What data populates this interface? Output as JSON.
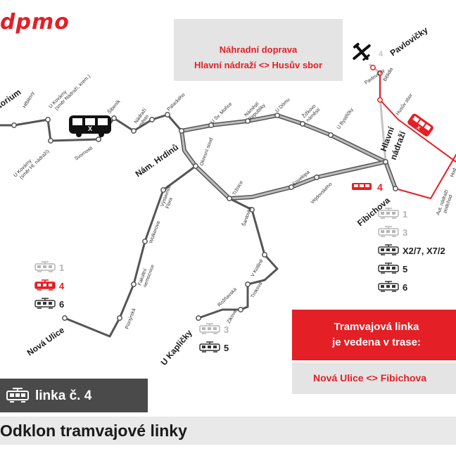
{
  "logo": "dpmo",
  "replacement": {
    "title": "Náhradní doprava",
    "route": "Hlavní nádraží <> Husův sbor",
    "bus_icon_label": "X"
  },
  "stations": {
    "major": [
      {
        "key": "torium",
        "label": "torium"
      },
      {
        "key": "nam_hrdinu",
        "label": "Nám. Hrdinů"
      },
      {
        "key": "hlavni_nadrazi",
        "label": "Hlavní\nnádraží"
      },
      {
        "key": "fibichova",
        "label": "Fibichova"
      },
      {
        "key": "nova_ulice",
        "label": "Nová Ulice"
      },
      {
        "key": "u_kaplicky",
        "label": "U Kapličky"
      },
      {
        "key": "pavlovicky",
        "label": "Pavlovičky"
      }
    ],
    "minor": [
      {
        "key": "hrbitovy",
        "label": "Hřbitovy"
      },
      {
        "key": "u_kovarny1",
        "label": "U Kovárny\n(směr Nádraží, krem.)"
      },
      {
        "key": "u_kovarny2",
        "label": "U Kovárny\n(směr Hl. nádraží)"
      },
      {
        "key": "svornosti",
        "label": "Svornosti"
      },
      {
        "key": "sibenik",
        "label": "Šibeník"
      },
      {
        "key": "nadrazi_mesto",
        "label": "Nádraží\nměsto"
      },
      {
        "key": "palackeho",
        "label": "Palackého"
      },
      {
        "key": "okresni_soud",
        "label": "Okresní soud"
      },
      {
        "key": "u_sv_moricie",
        "label": "U Sv. Mořice"
      },
      {
        "key": "namesti_republiky",
        "label": "Náměstí\nRepubliky"
      },
      {
        "key": "u_domu",
        "label": "U Dómu"
      },
      {
        "key": "zizkovo_namesti",
        "label": "Žižkovo\nnáměstí"
      },
      {
        "key": "u_bystricky",
        "label": "U Bystřičky"
      },
      {
        "key": "trznice",
        "label": "Tržnice"
      },
      {
        "key": "envelopa",
        "label": "Envelopa"
      },
      {
        "key": "vejdovskeho",
        "label": "Vejdovského"
      },
      {
        "key": "vystaviste_flora",
        "label": "Výstaviště\nFlora"
      },
      {
        "key": "wolkerova",
        "label": "Wolkerova"
      },
      {
        "key": "fakultni_nemocnice",
        "label": "Fakultní\nnemocnice"
      },
      {
        "key": "pionyrska",
        "label": "Pionýrská"
      },
      {
        "key": "santovka",
        "label": "Šantovka"
      },
      {
        "key": "u_kotline",
        "label": "V Kotlině"
      },
      {
        "key": "rozhavska",
        "label": "Rožňavská"
      },
      {
        "key": "trnkova",
        "label": "Trnkova"
      },
      {
        "key": "zikova",
        "label": "Zikova"
      },
      {
        "key": "pavlovicky_stop",
        "label": "Pavlovičky"
      },
      {
        "key": "belidla",
        "label": "Bělidla"
      },
      {
        "key": "husuv_sbor",
        "label": "Husův sbor"
      },
      {
        "key": "hodolany",
        "label": "Hod"
      },
      {
        "key": "aut_nadrazi",
        "label": "Aut. nádraží\npodchod"
      }
    ]
  },
  "line_lists": {
    "fibichova": [
      "1",
      "3",
      "X2/7, X7/2",
      "5",
      "6"
    ],
    "nova_ulice": [
      "1",
      "4",
      "6"
    ],
    "u_kaplicky": [
      "3",
      "5"
    ],
    "hlavni_line": "4",
    "pavlovicky_line": "4",
    "fibichova_tram_bus_label": "X"
  },
  "tram_info": {
    "line1": "Tramvajová linka",
    "line2": "je vedena v trase:",
    "route": "Nová Ulice <> Fibichova"
  },
  "linka": "linka č. 4",
  "bottom": "Odklon tramvajové linky",
  "colors": {
    "red": "#e41f26",
    "grey_track": "#7c7c7c",
    "light_grey": "#c4c4c4",
    "dark": "#4a4a4a"
  }
}
